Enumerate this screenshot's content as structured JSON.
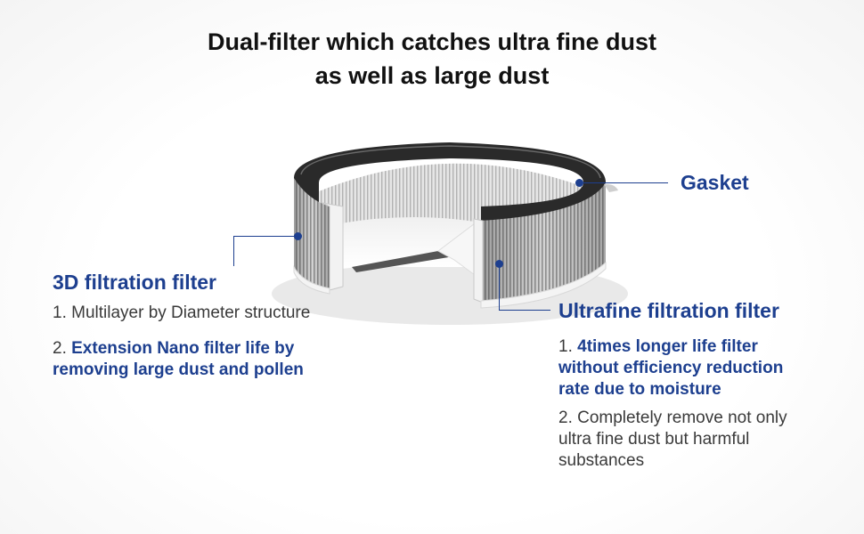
{
  "title": {
    "line1": "Dual-filter which catches ultra fine dust",
    "line2": "as well as large dust"
  },
  "gasket": {
    "label": "Gasket"
  },
  "filter_3d": {
    "heading": "3D filtration filter",
    "item1": "1. Multilayer by Diameter structure",
    "item2_prefix": "2. ",
    "item2_bold_line1": "Extension Nano filter life by",
    "item2_bold_line2": "removing large dust and pollen"
  },
  "ultrafine": {
    "heading": "Ultrafine filtration filter",
    "item1_prefix": "1. ",
    "item1_bold_line1": "4times longer life  filter",
    "item1_bold_line2": "without efficiency reduction",
    "item1_bold_line3": "rate due to moisture",
    "item2_line1": "2. Completely remove not only",
    "item2_line2": "ultra fine dust but harmful",
    "item2_line3": "substances"
  },
  "colors": {
    "accent": "#1d3f8f",
    "text": "#333333",
    "title": "#111111"
  }
}
